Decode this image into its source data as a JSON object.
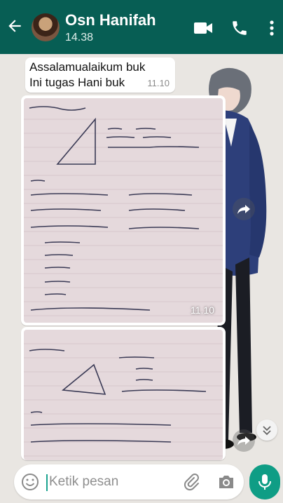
{
  "header": {
    "contact_name": "Osn Hanifah",
    "last_seen": "14.38",
    "icons": [
      "back-arrow-icon",
      "video-call-icon",
      "phone-icon",
      "more-options-icon"
    ]
  },
  "messages": [
    {
      "type": "text",
      "lines": [
        "Assalamualaikum buk",
        "Ini tugas Hani buk"
      ],
      "time": "11.10"
    },
    {
      "type": "image",
      "time": "11.10"
    },
    {
      "type": "image",
      "time": ""
    }
  ],
  "input": {
    "placeholder": "Ketik pesan"
  },
  "colors": {
    "header": "#075e54",
    "accent": "#0f9d85"
  }
}
